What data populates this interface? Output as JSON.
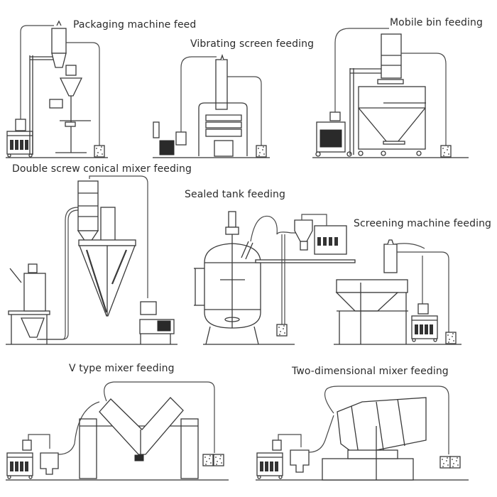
{
  "figure": {
    "panels": [
      {
        "id": "packaging",
        "title": "Packaging machine feed"
      },
      {
        "id": "vibrating",
        "title": "Vibrating screen feeding"
      },
      {
        "id": "mobile-bin",
        "title": "Mobile bin feeding"
      },
      {
        "id": "double-screw",
        "title": "Double screw conical mixer feeding"
      },
      {
        "id": "sealed-tank",
        "title": "Sealed tank feeding"
      },
      {
        "id": "screening",
        "title": "Screening machine feeding"
      },
      {
        "id": "v-type",
        "title": "V type mixer feeding"
      },
      {
        "id": "two-dimensional",
        "title": "Two-dimensional mixer feeding"
      }
    ]
  }
}
